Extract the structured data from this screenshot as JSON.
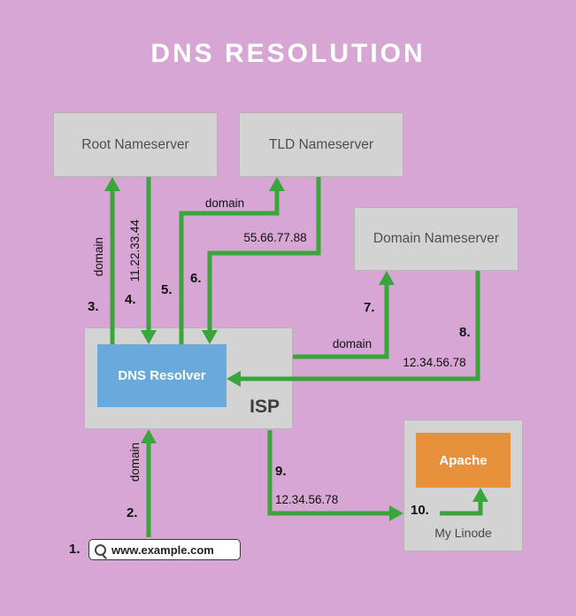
{
  "title": "DNS RESOLUTION",
  "colors": {
    "background": "#d7a6d4",
    "arrow_green": "#3aa53a",
    "box_gray": "#d3d3d3",
    "resolver_blue": "#6aa9dc",
    "apache_orange": "#e8913d"
  },
  "boxes": {
    "root": "Root Nameserver",
    "tld": "TLD Nameserver",
    "domain_ns": "Domain Nameserver",
    "isp": "ISP",
    "resolver": "DNS Resolver",
    "linode": "My Linode",
    "apache": "Apache"
  },
  "search": {
    "icon": "magnifier-icon",
    "value": "www.example.com"
  },
  "steps": {
    "s1": "1.",
    "s2": "2.",
    "s3": "3.",
    "s4": "4.",
    "s5": "5.",
    "s6": "6.",
    "s7": "7.",
    "s8": "8.",
    "s9": "9.",
    "s10": "10."
  },
  "arrow_labels": {
    "query2": "domain",
    "query3": "domain",
    "answer4": "11.22.33.44",
    "query5": "domain",
    "answer6": "55.66.77.88",
    "query7": "domain",
    "answer8": "12.34.56.78",
    "answer9": "12.34.56.78"
  }
}
